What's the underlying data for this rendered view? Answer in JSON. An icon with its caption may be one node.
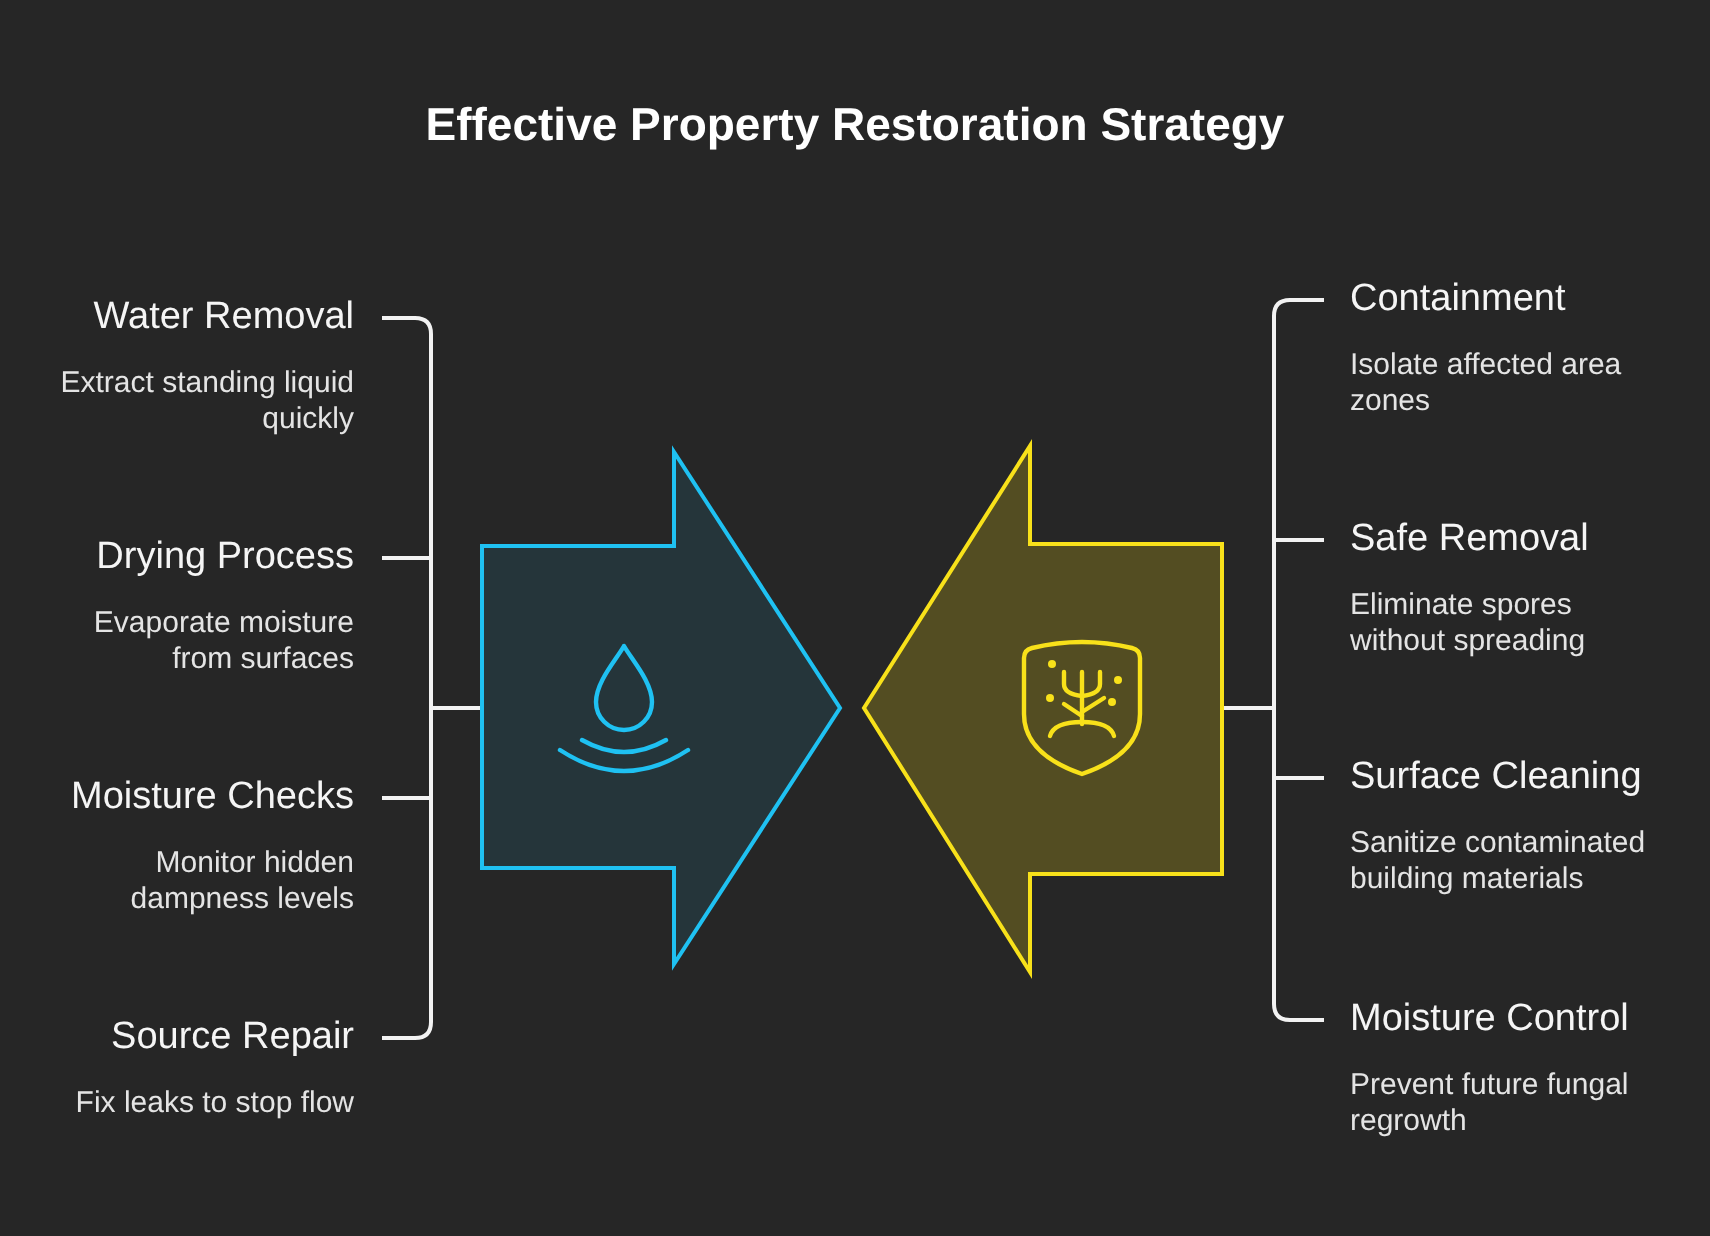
{
  "diagram": {
    "title": "Effective Property Restoration Strategy",
    "nodes": [
      {
        "text": [],
        "shape": "arrow"
      },
      {
        "text": [],
        "shape": "arrow"
      },
      {
        "text": [
          "Water Removal",
          "Extract standing liquid quickly"
        ]
      },
      {
        "text": [
          "Drying Process",
          "Evaporate moisture from surfaces"
        ]
      },
      {
        "text": [
          "Moisture Checks",
          "Monitor hidden dampness levels"
        ]
      },
      {
        "text": [
          "Source Repair",
          "Fix leaks to stop flow"
        ]
      },
      {
        "text": [
          "Containment",
          "Isolate affected area zones"
        ]
      },
      {
        "text": [
          "Safe Removal",
          "Eliminate spores without spreading"
        ]
      },
      {
        "text": [
          "Surface Cleaning",
          "Sanitize contaminated building materials"
        ]
      },
      {
        "text": [
          "Moisture Control",
          "Prevent future fungal regrowth"
        ]
      }
    ],
    "edges": [
      {
        "from": 0,
        "to": 2,
        "arrow": "none"
      },
      {
        "from": 0,
        "to": 3,
        "arrow": "none"
      },
      {
        "from": 0,
        "to": 4,
        "arrow": "none"
      },
      {
        "from": 0,
        "to": 5,
        "arrow": "none"
      },
      {
        "from": 1,
        "to": 6,
        "arrow": "none"
      },
      {
        "from": 1,
        "to": 7,
        "arrow": "none"
      },
      {
        "from": 1,
        "to": 8,
        "arrow": "none"
      },
      {
        "from": 1,
        "to": 9,
        "arrow": "none"
      }
    ]
  }
}
